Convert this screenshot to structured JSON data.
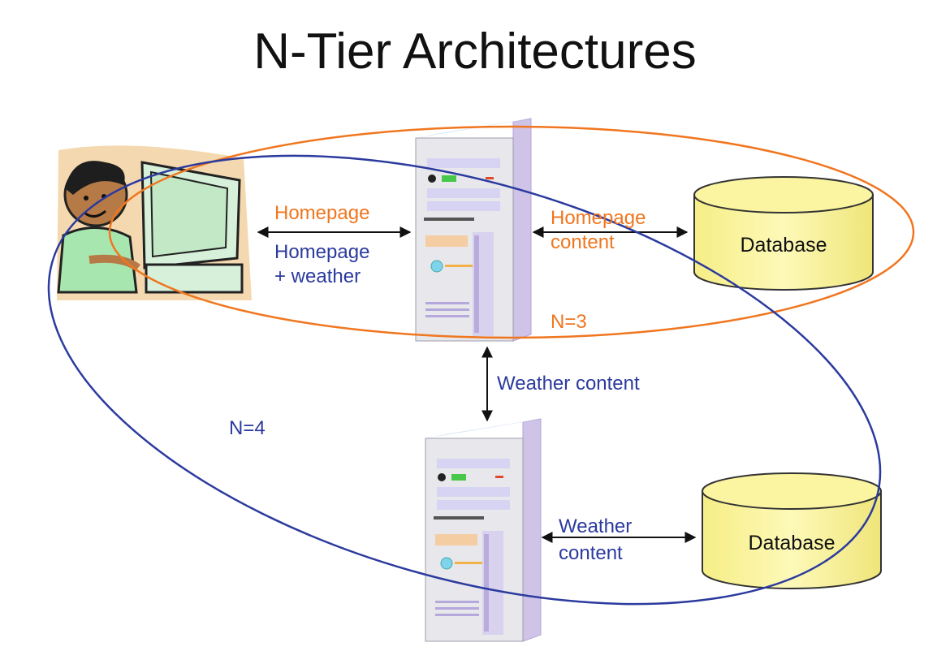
{
  "title": "N-Tier Architectures",
  "colors": {
    "orange": "#f0761f",
    "blue": "#2b3a9e",
    "db_fill": "#fbf5a1",
    "server_side": "#cfc3e8"
  },
  "labels": {
    "homepage": "Homepage",
    "homepage_weather_1": "Homepage",
    "homepage_weather_2": "+ weather",
    "homepage_content_1": "Homepage",
    "homepage_content_2": "content",
    "n3": "N=3",
    "weather_content": "Weather content",
    "n4": "N=4",
    "weather_content2_1": "Weather",
    "weather_content2_2": "content"
  },
  "databases": {
    "top": "Database",
    "bottom": "Database"
  },
  "icons": [
    "user-at-computer-icon",
    "server-icon",
    "database-icon"
  ]
}
